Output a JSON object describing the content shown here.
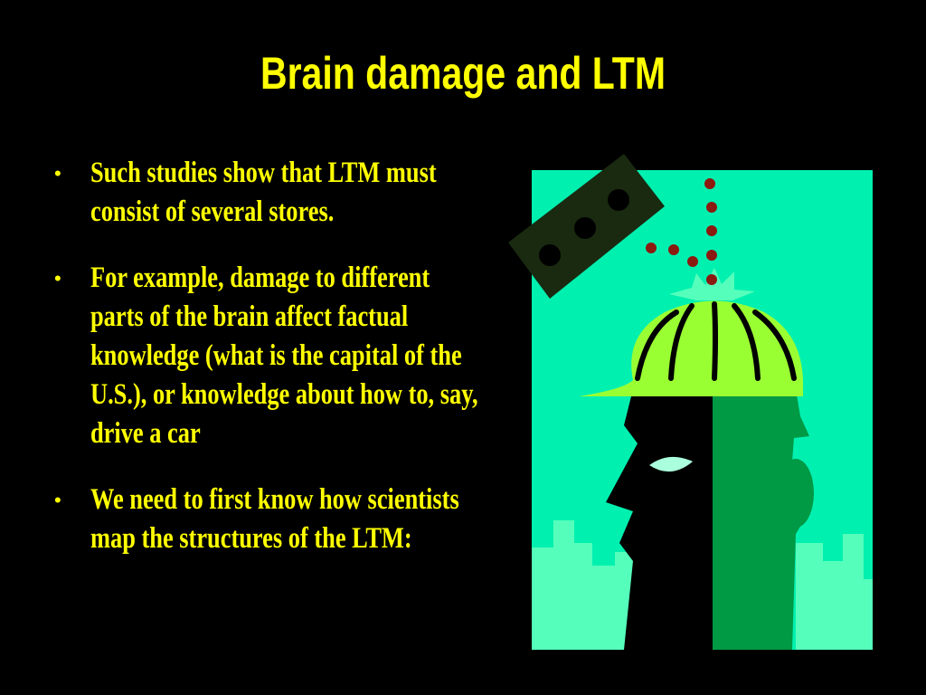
{
  "slide": {
    "title": "Brain damage and LTM",
    "bullets": [
      {
        "text": "Such studies show that LTM must consist of several stores."
      },
      {
        "text": "For example, damage to different parts of the brain affect factual knowledge (what is the capital of the U.S.), or knowledge about how to, say, drive a car"
      },
      {
        "text": "We need to first know how scientists map the structures of the LTM:"
      }
    ],
    "bullet_marker": "•"
  },
  "illustration": {
    "icon": "hardhat-head-icon",
    "colors": {
      "background": "#00f0b0",
      "skyline": "#55ffbb",
      "helmet": "#99ff33",
      "face_shadow": "#009944",
      "head_dark": "#000000",
      "block": "#1a2a10",
      "dots": "#8b1a10"
    }
  }
}
